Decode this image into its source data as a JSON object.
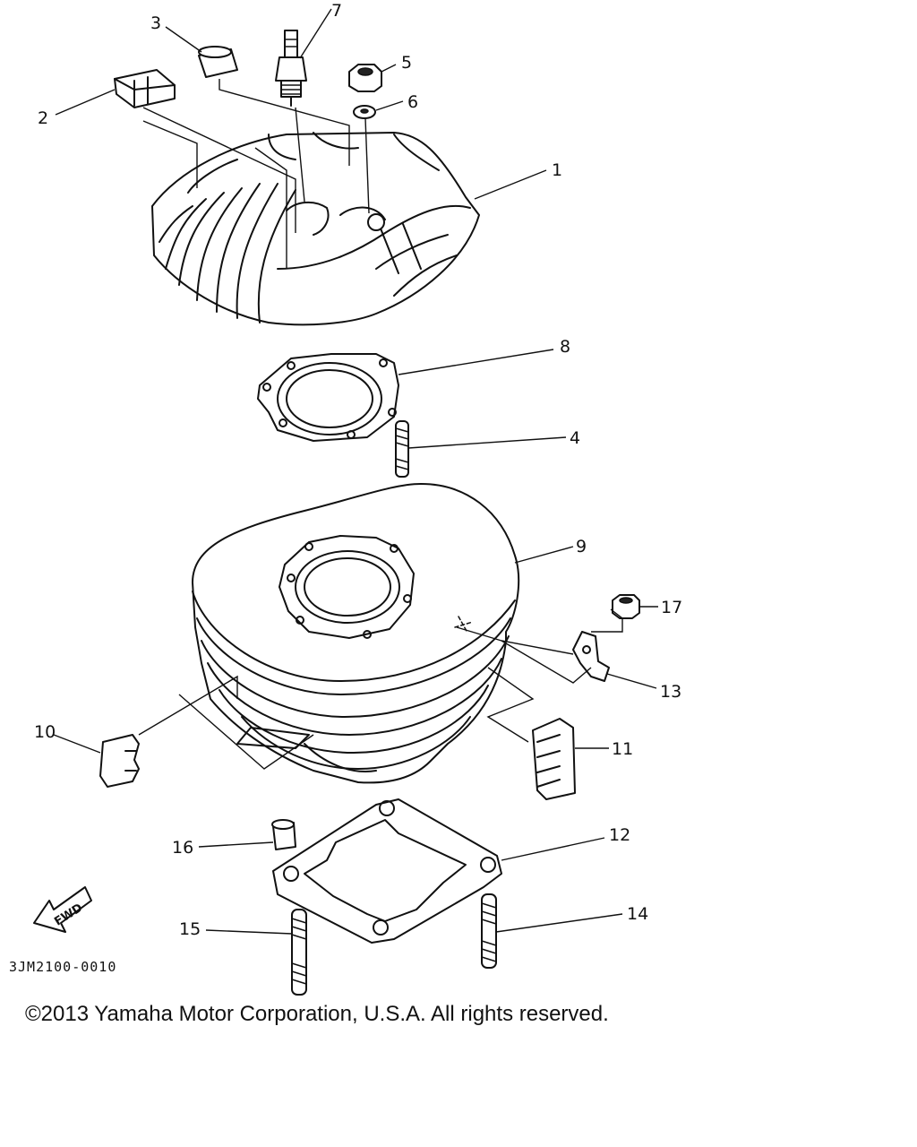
{
  "diagram_code": "3JM2100-0010",
  "fwd_label": "FWD",
  "copyright": "©2013 Yamaha Motor Corporation, U.S.A. All rights reserved.",
  "callouts": {
    "c1": "1",
    "c2": "2",
    "c3": "3",
    "c4": "4",
    "c5": "5",
    "c6": "6",
    "c7": "7",
    "c8": "8",
    "c9": "9",
    "c10": "10",
    "c11": "11",
    "c12": "12",
    "c13": "13",
    "c14": "14",
    "c15": "15",
    "c16": "16",
    "c17": "17"
  }
}
